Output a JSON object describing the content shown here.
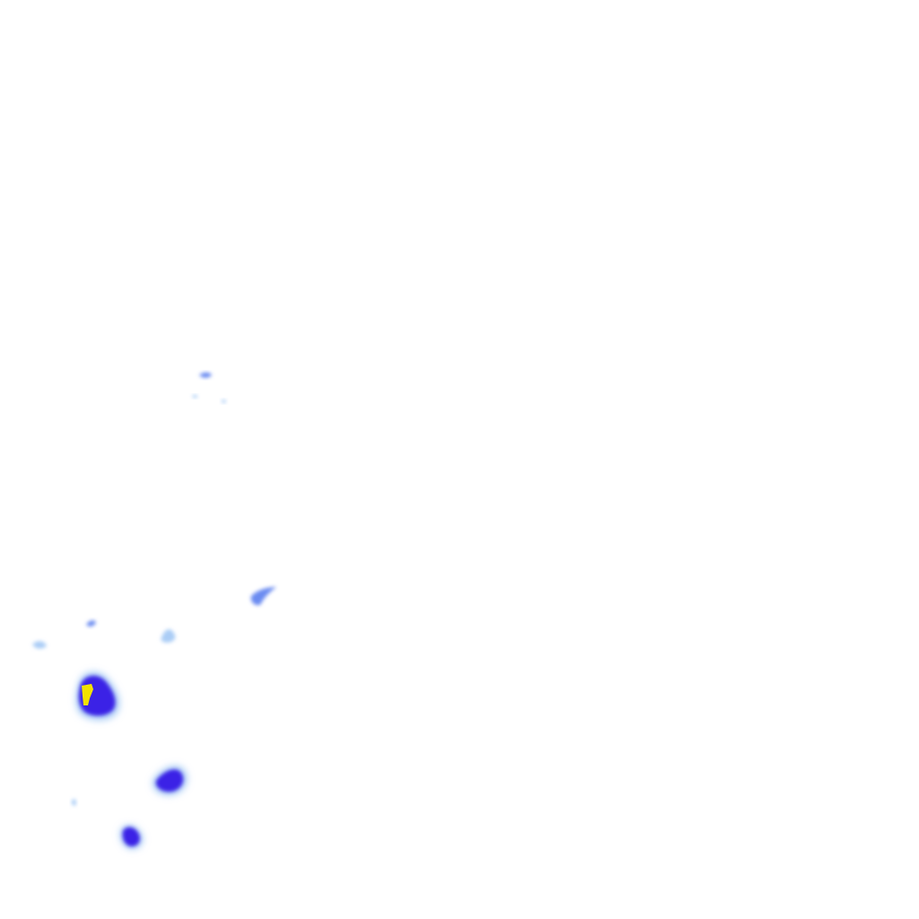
{
  "map": {
    "type": "precipitation-radar-overlay",
    "background": "#ffffff",
    "intensity_colors": {
      "light": "#9cc4f5",
      "moderate": "#5b7ff0",
      "strong": "#3a24e6",
      "heavy": "#f2e200"
    },
    "echo_cells": [
      {
        "name": "echo-cell-west",
        "intensity": "heavy"
      },
      {
        "name": "echo-cell-south-center",
        "intensity": "strong"
      },
      {
        "name": "echo-cell-south",
        "intensity": "strong"
      },
      {
        "name": "echo-cell-center",
        "intensity": "moderate"
      },
      {
        "name": "echo-cell-north",
        "intensity": "light"
      }
    ]
  }
}
